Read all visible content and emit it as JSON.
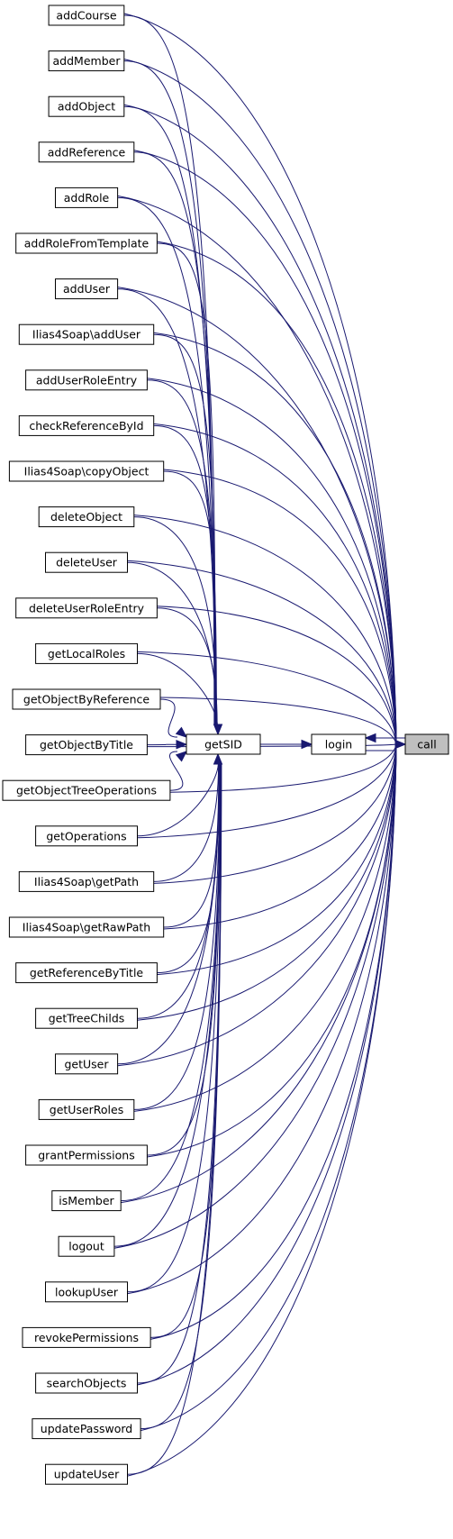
{
  "graph": {
    "target": "call",
    "hub": "getSID",
    "login": "login",
    "edge_color": "#191970",
    "highlight_fill": "#bfbfbf",
    "callers": [
      "addCourse",
      "addMember",
      "addObject",
      "addReference",
      "addRole",
      "addRoleFromTemplate",
      "addUser",
      "Ilias4Soap\\addUser",
      "addUserRoleEntry",
      "checkReferenceById",
      "Ilias4Soap\\copyObject",
      "deleteObject",
      "deleteUser",
      "deleteUserRoleEntry",
      "getLocalRoles",
      "getObjectByReference",
      "getObjectByTitle",
      "getObjectTreeOperations",
      "getOperations",
      "Ilias4Soap\\getPath",
      "Ilias4Soap\\getRawPath",
      "getReferenceByTitle",
      "getTreeChilds",
      "getUser",
      "getUserRoles",
      "grantPermissions",
      "isMember",
      "logout",
      "lookupUser",
      "revokePermissions",
      "searchObjects",
      "updatePassword",
      "updateUser"
    ]
  }
}
